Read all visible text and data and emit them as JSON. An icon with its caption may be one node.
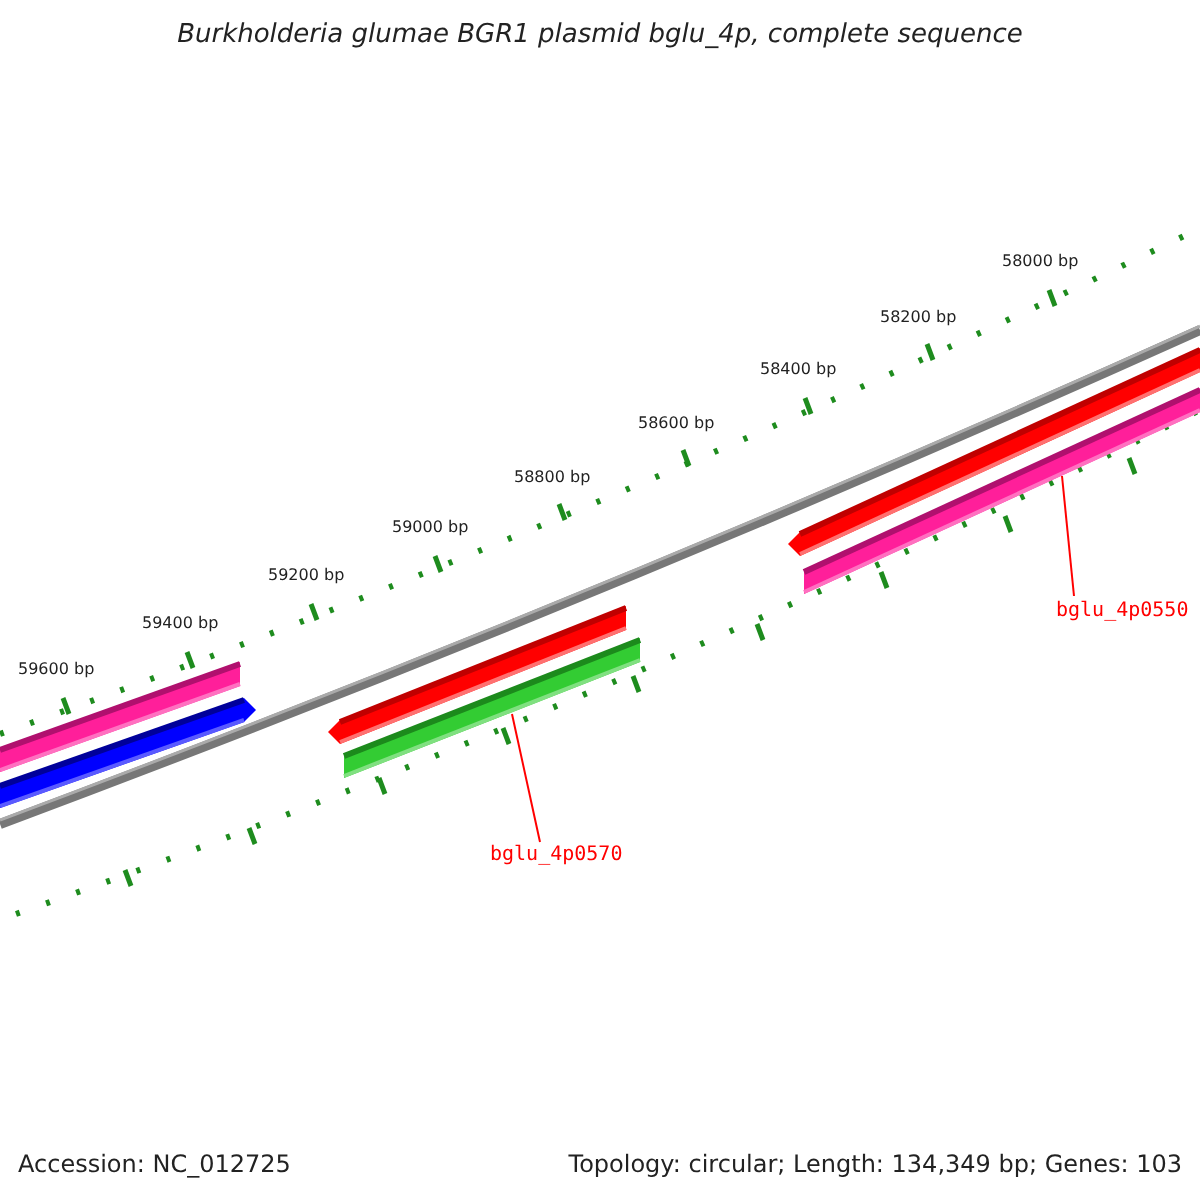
{
  "diagram": {
    "title": "Burkholderia glumae BGR1 plasmid bglu_4p, complete sequence",
    "nodes": [
      {
        "text": [
          "bglu_4p0550"
        ]
      },
      {
        "text": [],
        "shape": "bar"
      },
      {
        "text": [
          "bglu_4p0570"
        ]
      },
      {
        "text": [],
        "shape": "bar"
      }
    ],
    "edges": [
      {
        "from": 0,
        "to": 1,
        "arrow": "none",
        "color": "#ff0000"
      },
      {
        "from": 2,
        "to": 3,
        "arrow": "none",
        "color": "#ff0000"
      }
    ],
    "labels": [
      "59600 bp",
      "59400 bp",
      "59200 bp",
      "59000 bp",
      "58800 bp",
      "58600 bp",
      "58400 bp",
      "58200 bp",
      "58000 bp",
      "Accession: NC_012725",
      "Topology: circular; Length: 134,349 bp; Genes: 103"
    ]
  }
}
